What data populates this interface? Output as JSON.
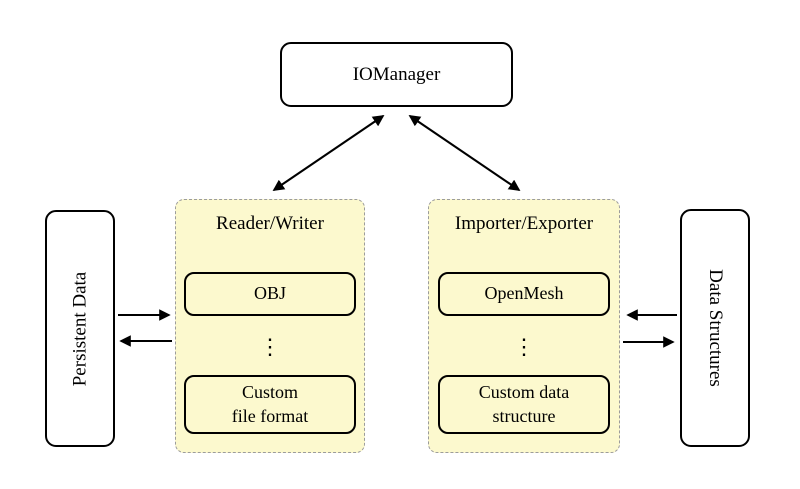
{
  "diagram": {
    "nodes": {
      "iomanager": {
        "label": "IOManager"
      },
      "persistent_data": {
        "label": "Persistent Data"
      },
      "data_structures": {
        "label": "Data Structures"
      }
    },
    "groups": {
      "reader_writer": {
        "title": "Reader/Writer",
        "top_item": "OBJ",
        "ellipsis": "⋮",
        "bottom_item_line1": "Custom",
        "bottom_item_line2": "file format"
      },
      "importer_exporter": {
        "title": "Importer/Exporter",
        "top_item": "OpenMesh",
        "ellipsis": "⋮",
        "bottom_item_line1": "Custom data",
        "bottom_item_line2": "structure"
      }
    },
    "colors": {
      "group_fill": "#fcf9ce",
      "group_border": "#9c9c9c",
      "node_border": "#000000",
      "node_fill": "#ffffff",
      "arrow": "#000000",
      "background": "#ffffff"
    }
  }
}
